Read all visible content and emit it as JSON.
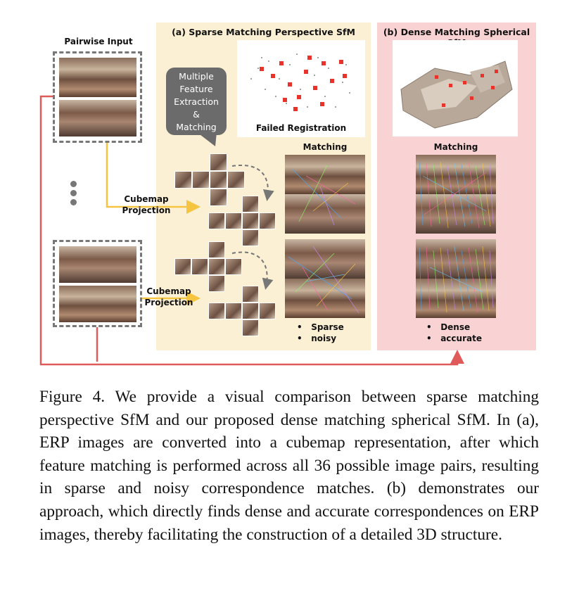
{
  "diagram": {
    "pairwise_input": "Pairwise Input",
    "panel_a_title": "(a) Sparse Matching Perspective SfM",
    "panel_b_title": "(b) Dense Matching Spherical SfM",
    "bubble_text": [
      "Multiple",
      "Feature",
      "Extraction",
      "&",
      "Matching"
    ],
    "failed_registration": "Failed Registration",
    "matching_a": "Matching",
    "matching_b": "Matching",
    "cubemap_projection_1": [
      "Cubemap",
      "Projection"
    ],
    "cubemap_projection_2": [
      "Cubemap",
      "Projection"
    ],
    "sparse_bullets": [
      "Sparse",
      "noisy"
    ],
    "dense_bullets": [
      "Dense",
      "accurate"
    ],
    "colors": {
      "panel_a_bg": "#fcf0d4",
      "panel_b_bg": "#f9d3d3",
      "arrow_yellow": "#f5c542",
      "arrow_red": "#e05a5a",
      "camera_red": "#e8322a"
    }
  },
  "caption": {
    "text": "Figure 4. We provide a visual comparison between sparse matching perspective SfM and our proposed dense matching spherical SfM. In (a), ERP images are converted into a cubemap representation, after which feature matching is performed across all 36 possible image pairs, resulting in sparse and noisy correspondence matches. (b) demonstrates our approach, which directly finds dense and accurate correspondences on ERP images, thereby facilitating the construction of a detailed 3D structure."
  }
}
